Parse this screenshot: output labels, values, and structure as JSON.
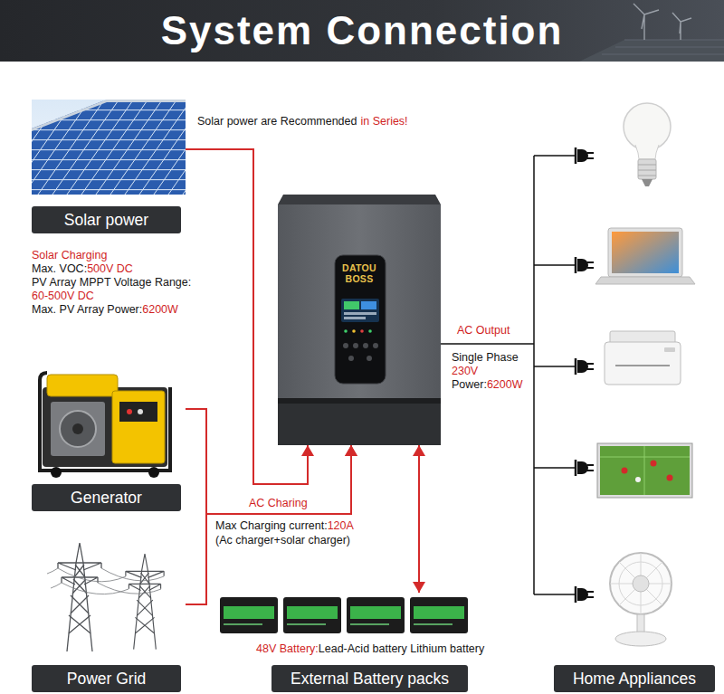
{
  "diagram": {
    "title": "System Connection",
    "nodes": [
      {
        "text": [
          "Solar power"
        ]
      },
      {
        "text": [
          "DATOU BOSS"
        ]
      },
      {
        "text": [
          "Generator"
        ]
      },
      {
        "text": [
          "Power Grid"
        ]
      },
      {
        "text": [
          "External Battery packs"
        ]
      },
      {
        "text": [
          "Home Appliances"
        ]
      }
    ],
    "edges": [
      {
        "from": 0,
        "to": 1,
        "arrow": "to"
      },
      {
        "from": 2,
        "to": 1,
        "arrow": "to",
        "label": "AC Charing"
      },
      {
        "from": 3,
        "to": 1,
        "arrow": "to"
      },
      {
        "from": 1,
        "to": 4,
        "arrow": "both"
      },
      {
        "from": 1,
        "to": 5,
        "arrow": "none",
        "label": "AC Output"
      }
    ],
    "labels": [
      "Solar power are Recommended",
      "in Series!",
      "Solar Charging",
      "Max. VOC:",
      "500V DC",
      "PV Array MPPT Voltage Range:",
      "60-500V DC",
      "Max. PV Array Power:",
      "6200W",
      "Single Phase",
      "230V",
      "Power:",
      "6200W",
      "Max Charging current:",
      "120A",
      "(Ac charger+solar charger)",
      "48V Battery:",
      "Lead-Acid battery Lithium battery"
    ]
  }
}
